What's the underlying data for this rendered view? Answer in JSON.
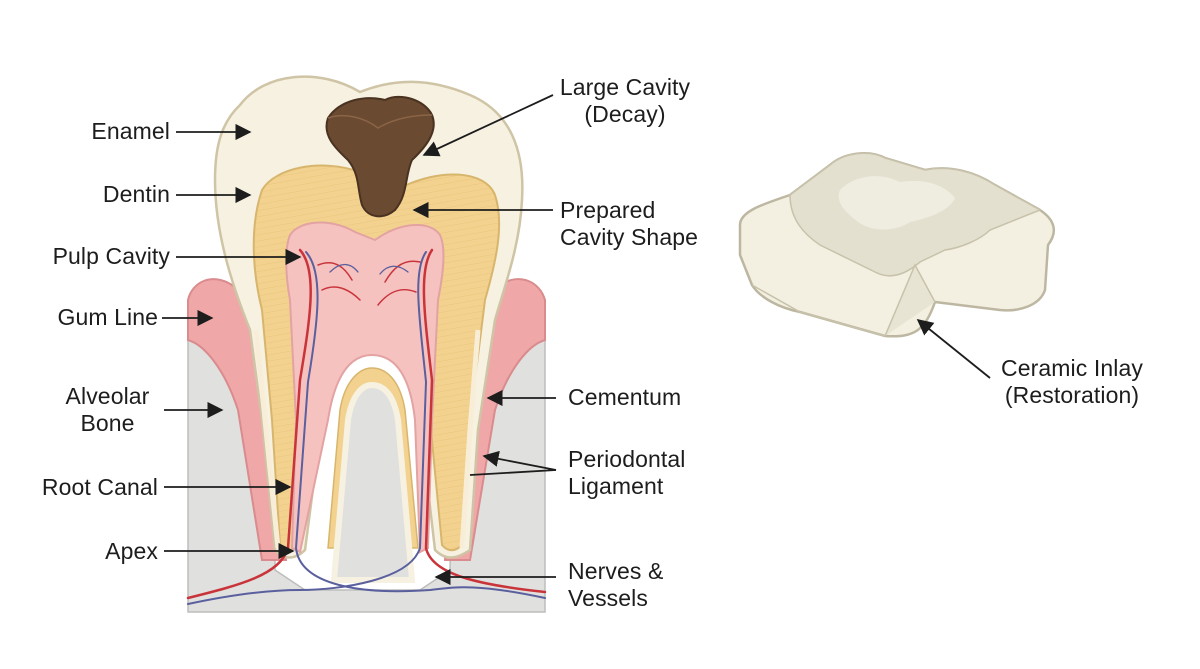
{
  "labels": {
    "enamel": "Enamel",
    "dentin": "Dentin",
    "pulp_cavity": "Pulp Cavity",
    "gum_line": "Gum Line",
    "alveolar_bone": [
      "Alveolar",
      "Bone"
    ],
    "root_canal": "Root Canal",
    "apex": "Apex",
    "large_cavity": [
      "Large Cavity",
      "(Decay)"
    ],
    "prepared_cavity": [
      "Prepared",
      "Cavity Shape"
    ],
    "cementum": "Cementum",
    "periodontal_ligament": [
      "Periodontal",
      "Ligament"
    ],
    "nerves_vessels": [
      "Nerves &",
      "Vessels"
    ],
    "ceramic_inlay": [
      "Ceramic Inlay",
      "(Restoration)"
    ]
  },
  "colors": {
    "enamel": "#f6f1e0",
    "dentin": "#f2d28e",
    "pulp": "#f6c2c0",
    "gum": "#f0a7a8",
    "bone": "#e0e0de",
    "decay": "#6b4a32",
    "vessel_red": "#c9343a",
    "vessel_blue": "#5a5f9e",
    "inlay": "#f3f0e2"
  }
}
